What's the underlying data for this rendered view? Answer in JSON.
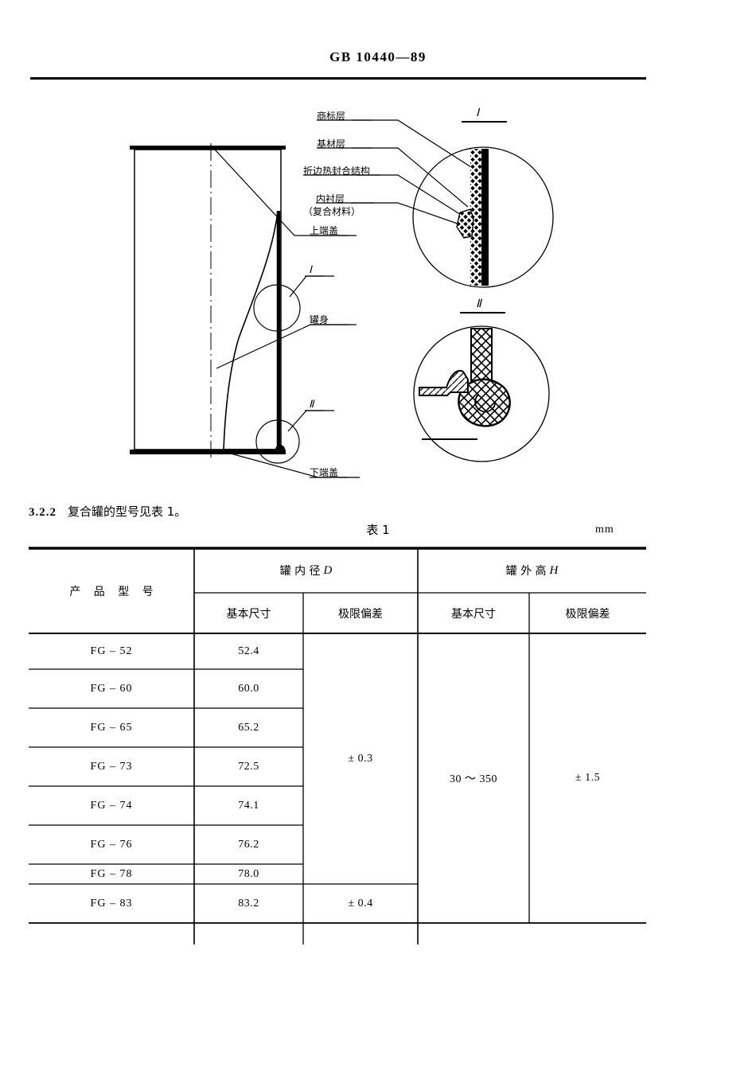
{
  "header": {
    "standard_code": "GB 10440—89"
  },
  "figure": {
    "callouts": {
      "trademark_layer": "商标层",
      "base_layer": "基材层",
      "seam_structure": "折边热封合结构",
      "lining_layer": "内衬层",
      "lining_material": "（复合材料）",
      "top_lid": "上端盖",
      "can_body": "罐身",
      "bottom_lid": "下端盖",
      "detail_one": "Ⅰ",
      "detail_two": "Ⅱ",
      "detail_one_marker": "Ⅰ",
      "detail_two_marker": "Ⅱ"
    }
  },
  "clause": {
    "number": "3.2.2",
    "text": "复合罐的型号见表 1。"
  },
  "table": {
    "caption": "表 1",
    "unit": "mm",
    "headers": {
      "model": "产 品 型 号",
      "inner_diameter": "罐 内 径",
      "inner_diameter_symbol": "D",
      "outer_height": "罐 外 高",
      "outer_height_symbol": "H",
      "basic_d": "基本尺寸",
      "deviation_d": "极限偏差",
      "basic_h": "基本尺寸",
      "deviation_h": "极限偏差"
    },
    "rows": [
      {
        "model": "FG – 52",
        "diameter": "52.4"
      },
      {
        "model": "FG – 60",
        "diameter": "60.0"
      },
      {
        "model": "FG – 65",
        "diameter": "65.2"
      },
      {
        "model": "FG – 73",
        "diameter": "72.5"
      },
      {
        "model": "FG – 74",
        "diameter": "74.1"
      },
      {
        "model": "FG – 76",
        "diameter": "76.2"
      },
      {
        "model": "FG – 78",
        "diameter": "78.0"
      },
      {
        "model": "FG – 83",
        "diameter": "83.2"
      }
    ],
    "merged": {
      "deviation_d_main": "± 0.3",
      "deviation_d_last": "± 0.4",
      "basic_h_value": "30 ～ 350",
      "deviation_h_value": "± 1.5"
    }
  }
}
